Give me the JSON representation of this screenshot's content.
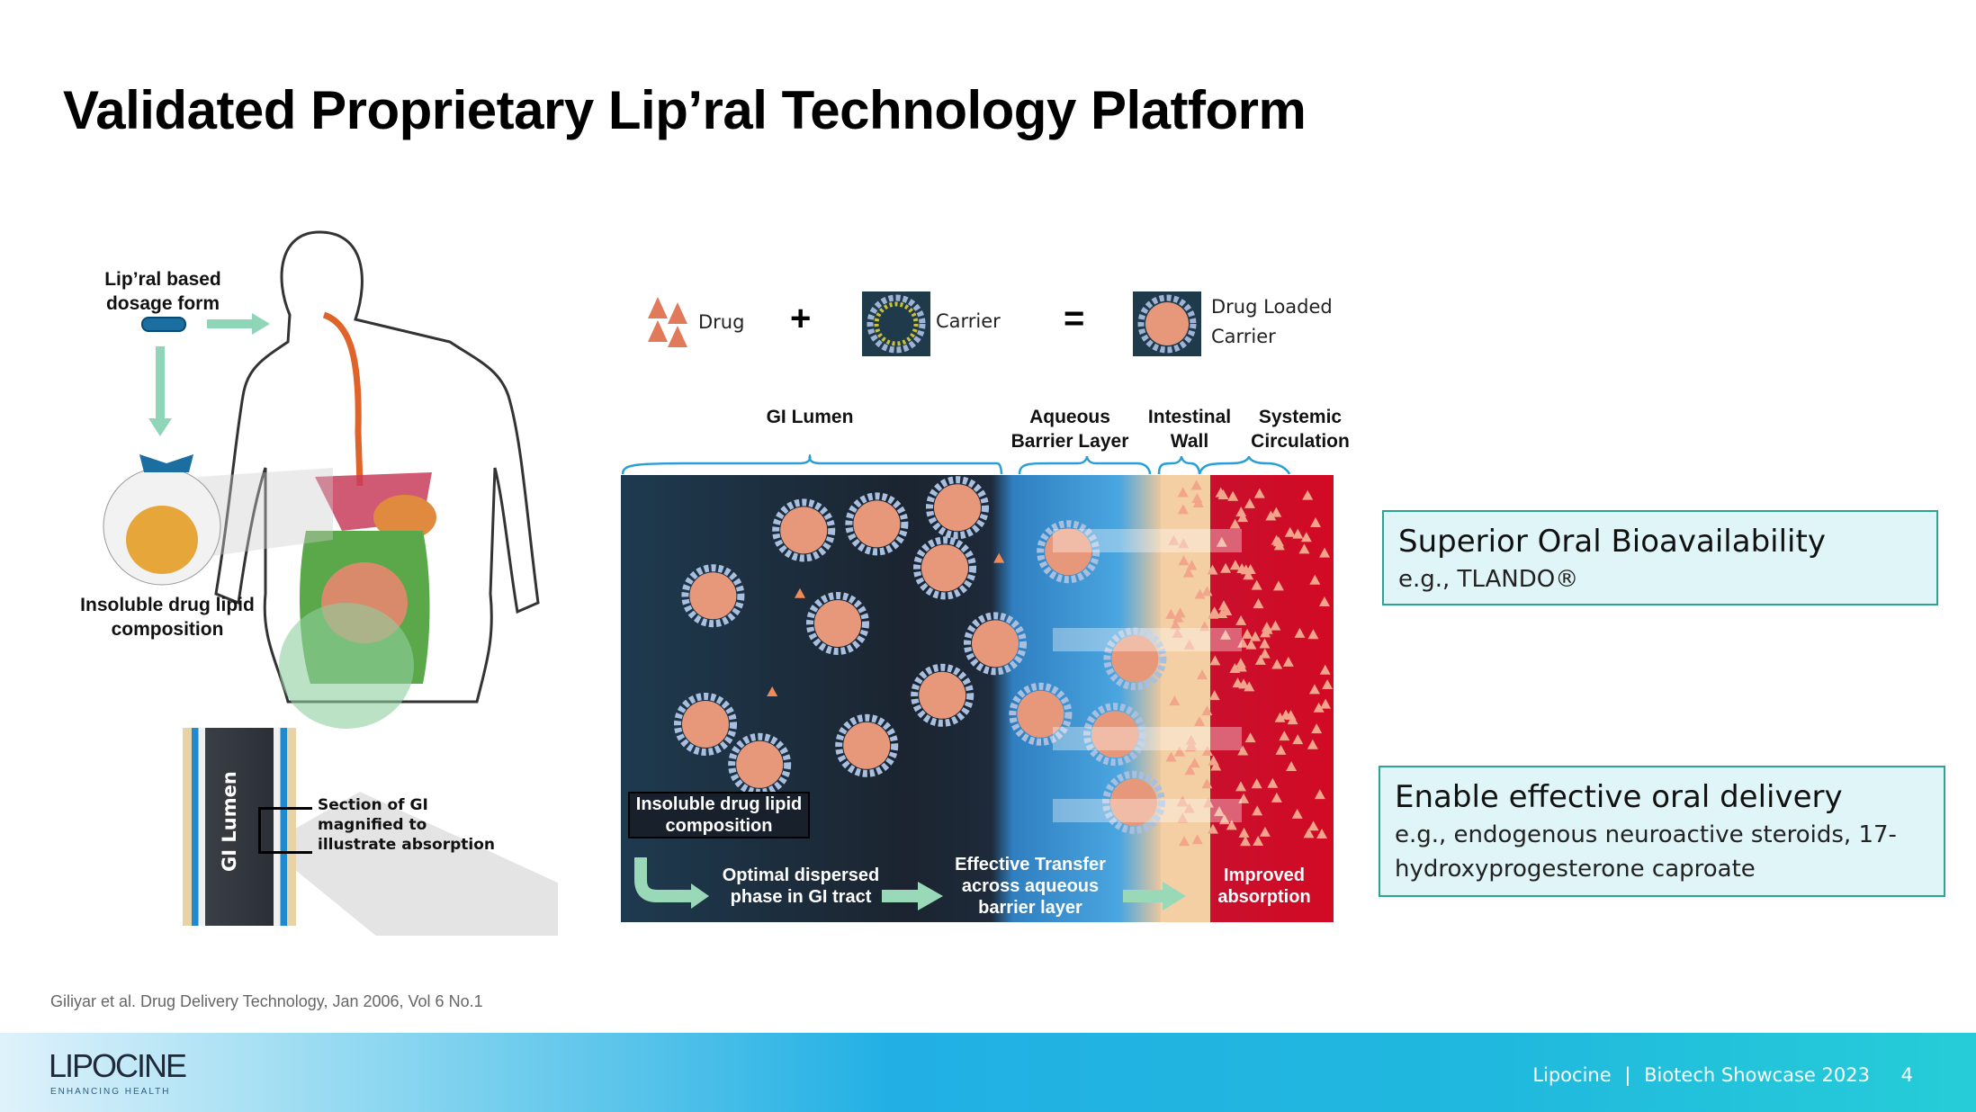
{
  "title": "Validated Proprietary Lip’ral Technology Platform",
  "left_figure": {
    "dosage_label": "Lip’ral based dosage form",
    "insoluble_label": "Insoluble drug lipid composition",
    "tube_label": "GI Lumen",
    "section_label": "Section of GI magnified to illustrate absorption"
  },
  "legend": {
    "drug": "Drug",
    "plus": "+",
    "carrier": "Carrier",
    "equals": "=",
    "loaded_line1": "Drug Loaded",
    "loaded_line2": "Carrier"
  },
  "regions": {
    "gi_lumen": "GI Lumen",
    "aqueous": "Aqueous Barrier Layer",
    "wall": "Intestinal Wall",
    "systemic": "Systemic Circulation"
  },
  "panel": {
    "insoluble": "Insoluble drug lipid composition",
    "optimal": "Optimal dispersed phase in GI tract",
    "transfer": "Effective Transfer across aqueous barrier layer",
    "improved": "Improved absorption"
  },
  "boxes": [
    {
      "heading": "Superior Oral Bioavailability",
      "sub": "e.g., TLANDO®"
    },
    {
      "heading": "Enable effective oral delivery",
      "sub": "e.g., endogenous neuroactive steroids, 17-hydroxyprogesterone caproate"
    }
  ],
  "citation": "Giliyar et al. Drug Delivery Technology, Jan 2006, Vol 6 No.1",
  "footer": {
    "logo": "LIPOCINE",
    "tagline": "ENHANCING HEALTH",
    "company": "Lipocine",
    "separator": "|",
    "event": "Biotech Showcase 2023",
    "page": "4"
  },
  "colors": {
    "accent": "#2aa58f",
    "box_bg": "#dff5f7",
    "bracket": "#2a9fd6",
    "arrow": "#9ad9b8"
  }
}
